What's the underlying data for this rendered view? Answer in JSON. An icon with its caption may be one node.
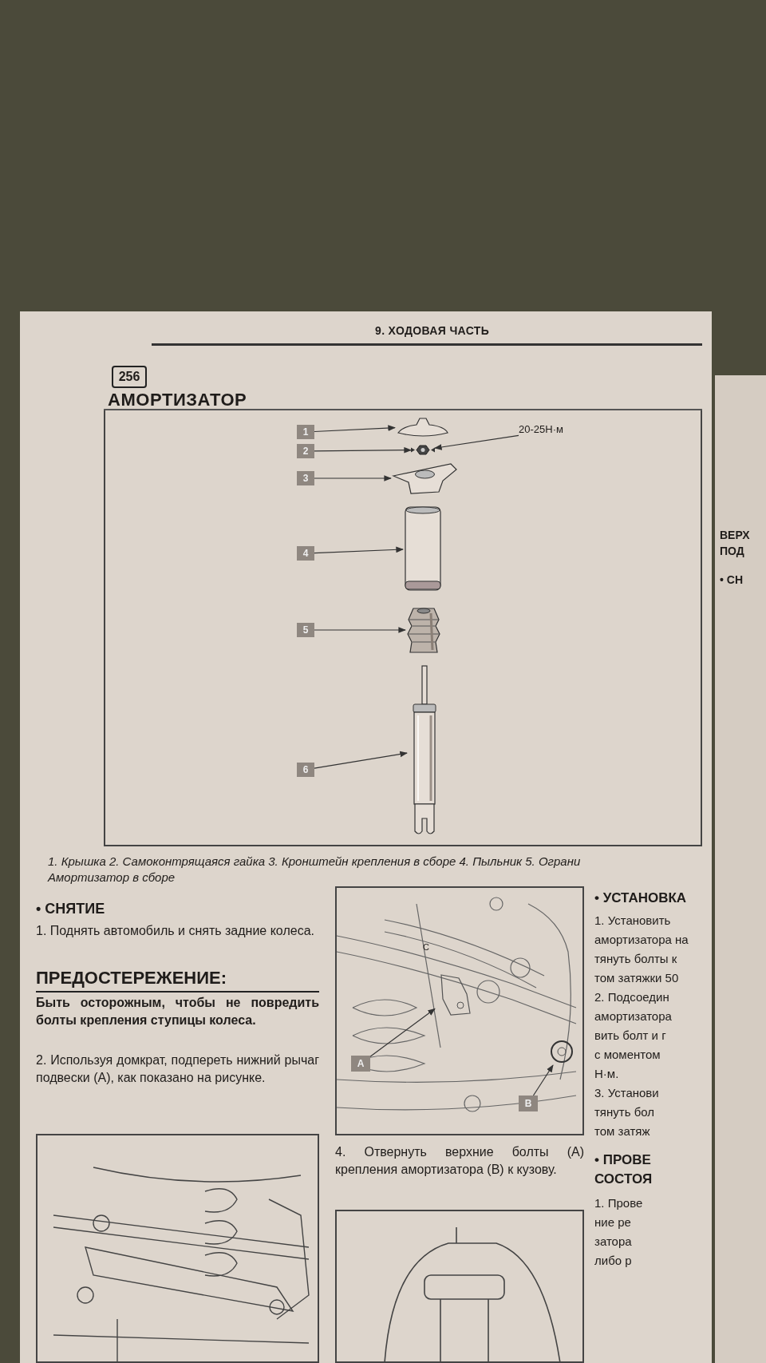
{
  "diagram": {
    "title": "АМОРТИЗАТОР",
    "nodes": [
      {
        "text": [
          "1"
        ]
      },
      {
        "text": [
          "2"
        ]
      },
      {
        "text": [
          "3"
        ]
      },
      {
        "text": [
          "4"
        ]
      },
      {
        "text": [
          "5"
        ]
      },
      {
        "text": [
          "6"
        ]
      },
      {
        "text": [],
        "shape": "picture"
      },
      {
        "text": [],
        "shape": "picture"
      },
      {
        "text": [],
        "shape": "picture"
      },
      {
        "text": [],
        "shape": "picture"
      },
      {
        "text": [],
        "shape": "picture"
      },
      {
        "text": [],
        "shape": "picture"
      },
      {
        "text": [
          "20-25Н·м"
        ]
      },
      {
        "text": [
          "А"
        ]
      },
      {
        "text": [],
        "shape": "picture"
      },
      {
        "text": [
          "В"
        ]
      },
      {
        "text": [],
        "shape": "picture"
      }
    ],
    "edges": [
      {
        "from": 0,
        "to": 6,
        "arrow": "to"
      },
      {
        "from": 1,
        "to": 7,
        "arrow": "to"
      },
      {
        "from": 2,
        "to": 8,
        "arrow": "to"
      },
      {
        "from": 3,
        "to": 9,
        "arrow": "to"
      },
      {
        "from": 4,
        "to": 10,
        "arrow": "to"
      },
      {
        "from": 5,
        "to": 11,
        "arrow": "to"
      },
      {
        "from": 12,
        "to": 7,
        "arrow": "to"
      },
      {
        "from": 13,
        "to": 14,
        "arrow": "to"
      },
      {
        "from": 15,
        "to": 16,
        "arrow": "to"
      }
    ],
    "labels": [
      "9. ХОДОВАЯ ЧАСТЬ",
      "256",
      "1. Крышка 2. Самоконтрящаяся гайка 3. Кронштейн крепления в сборе 4. Пыльник 5. Ограни",
      "Амортизатор в сборе",
      "• СНЯТИЕ",
      "1. Поднять автомобиль и снять задние колеса.",
      "ПРЕДОСТЕРЕЖЕНИЕ:",
      "Быть осторожным, чтобы не повредить болты крепления ступицы колеса.",
      "2. Используя домкрат, подпереть нижний рычаг подвески (А), как показано на рисунке.",
      "4. Отвернуть верхние болты (А) крепления амортизатора (В) к кузову.",
      "• УСТАНОВКА",
      "1. Установить",
      "амортизатора на",
      "тянуть болты к",
      "том затяжки 50",
      "2. Подсоедин",
      "амортизатора",
      "вить болт и г",
      "с моментом",
      "Н·м.",
      "3. Установи",
      "тянуть бол",
      "том затяж",
      "• ПРОВЕ",
      "СОСТОЯ",
      "1. Прове",
      "ние ре",
      "затора",
      "либо р",
      "ВЕРХ",
      "ПОД",
      "• СН",
      "C"
    ]
  }
}
